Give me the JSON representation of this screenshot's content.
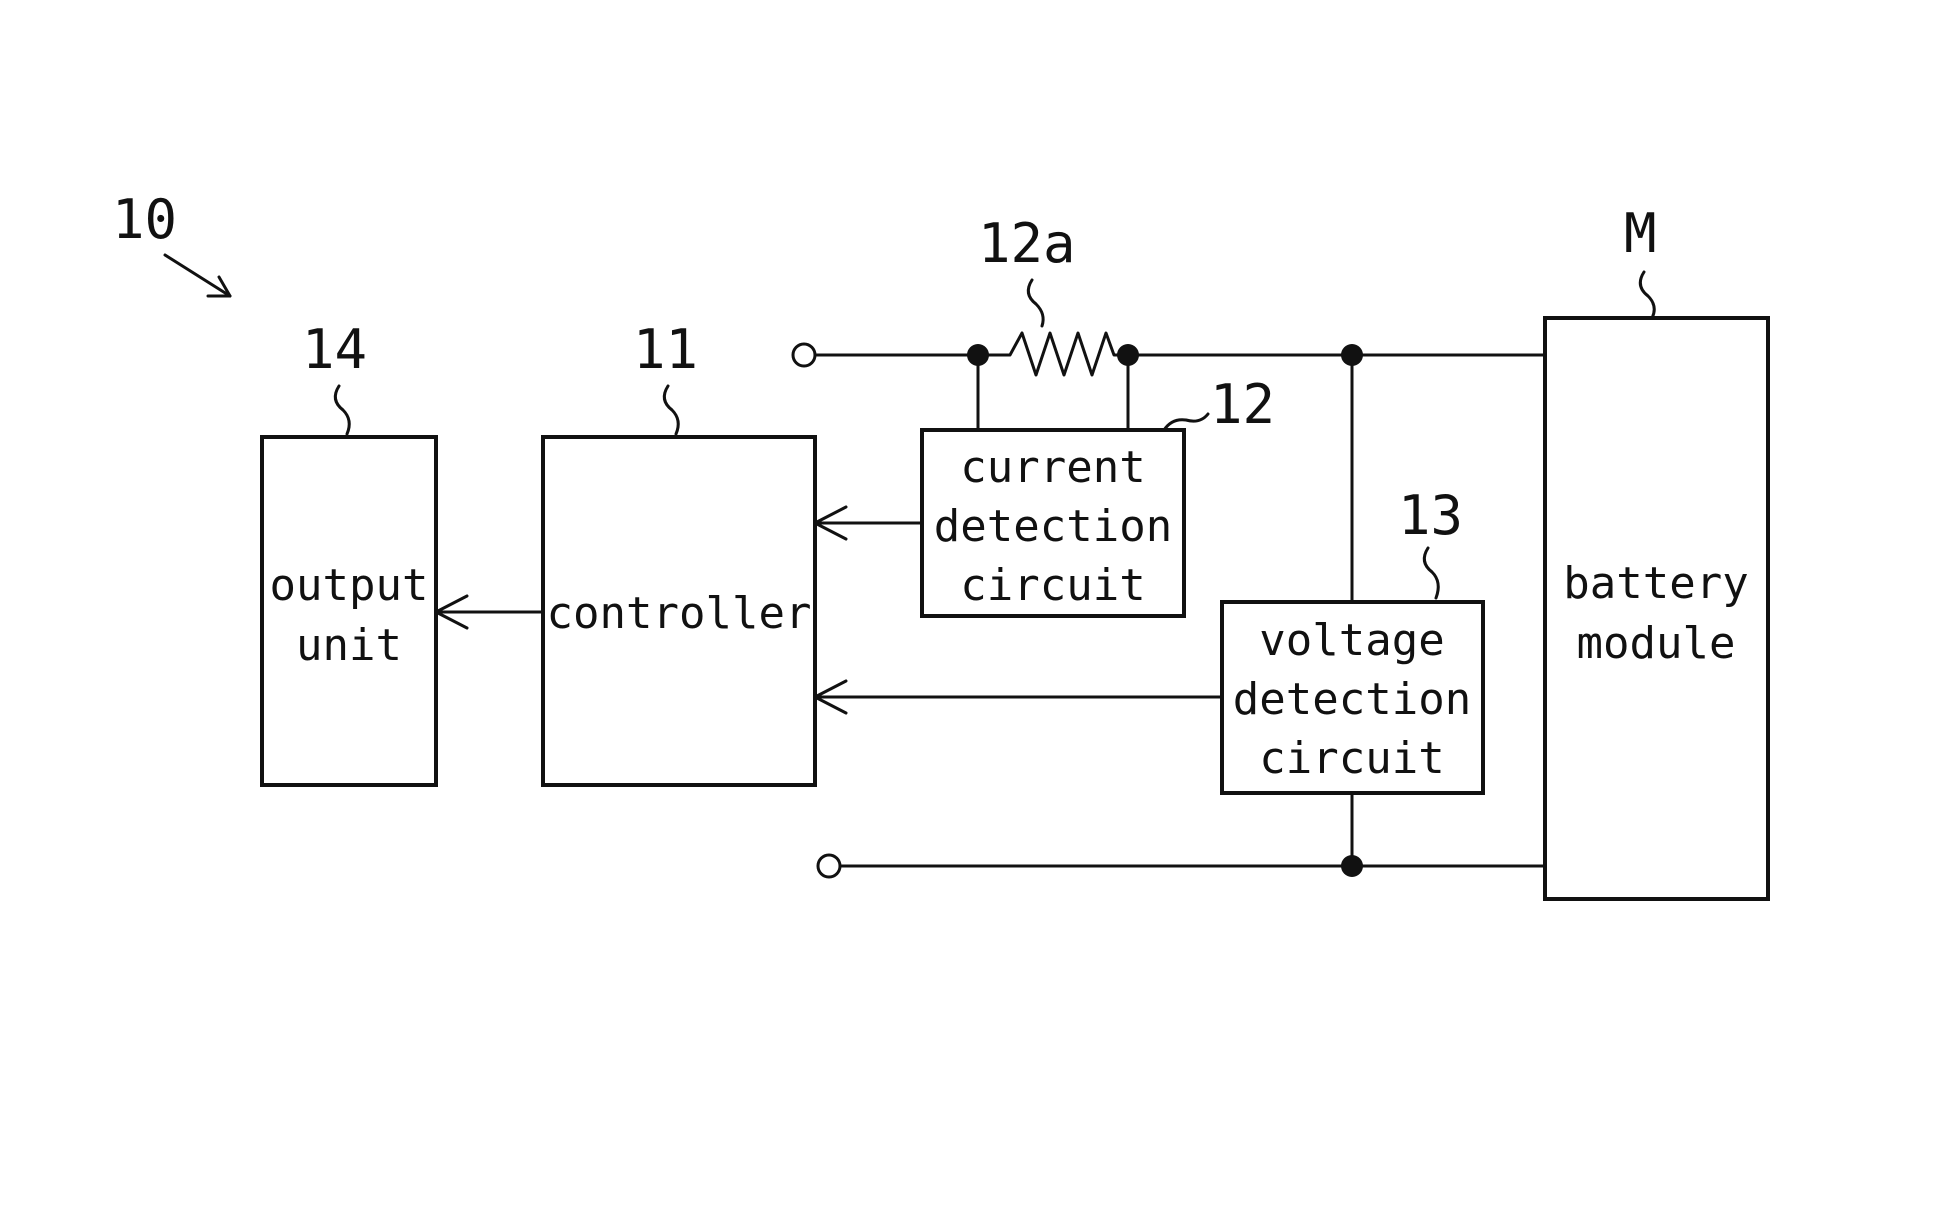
{
  "refs": {
    "device": "10",
    "output": "14",
    "controller": "11",
    "resistor": "12a",
    "current": "12",
    "voltage": "13",
    "battery": "M"
  },
  "blocks": {
    "output_unit": [
      "output",
      "unit"
    ],
    "controller": [
      "controller"
    ],
    "current_detection": [
      "current",
      "detection",
      "circuit"
    ],
    "voltage_detection": [
      "voltage",
      "detection",
      "circuit"
    ],
    "battery_module": [
      "battery",
      "module"
    ]
  }
}
